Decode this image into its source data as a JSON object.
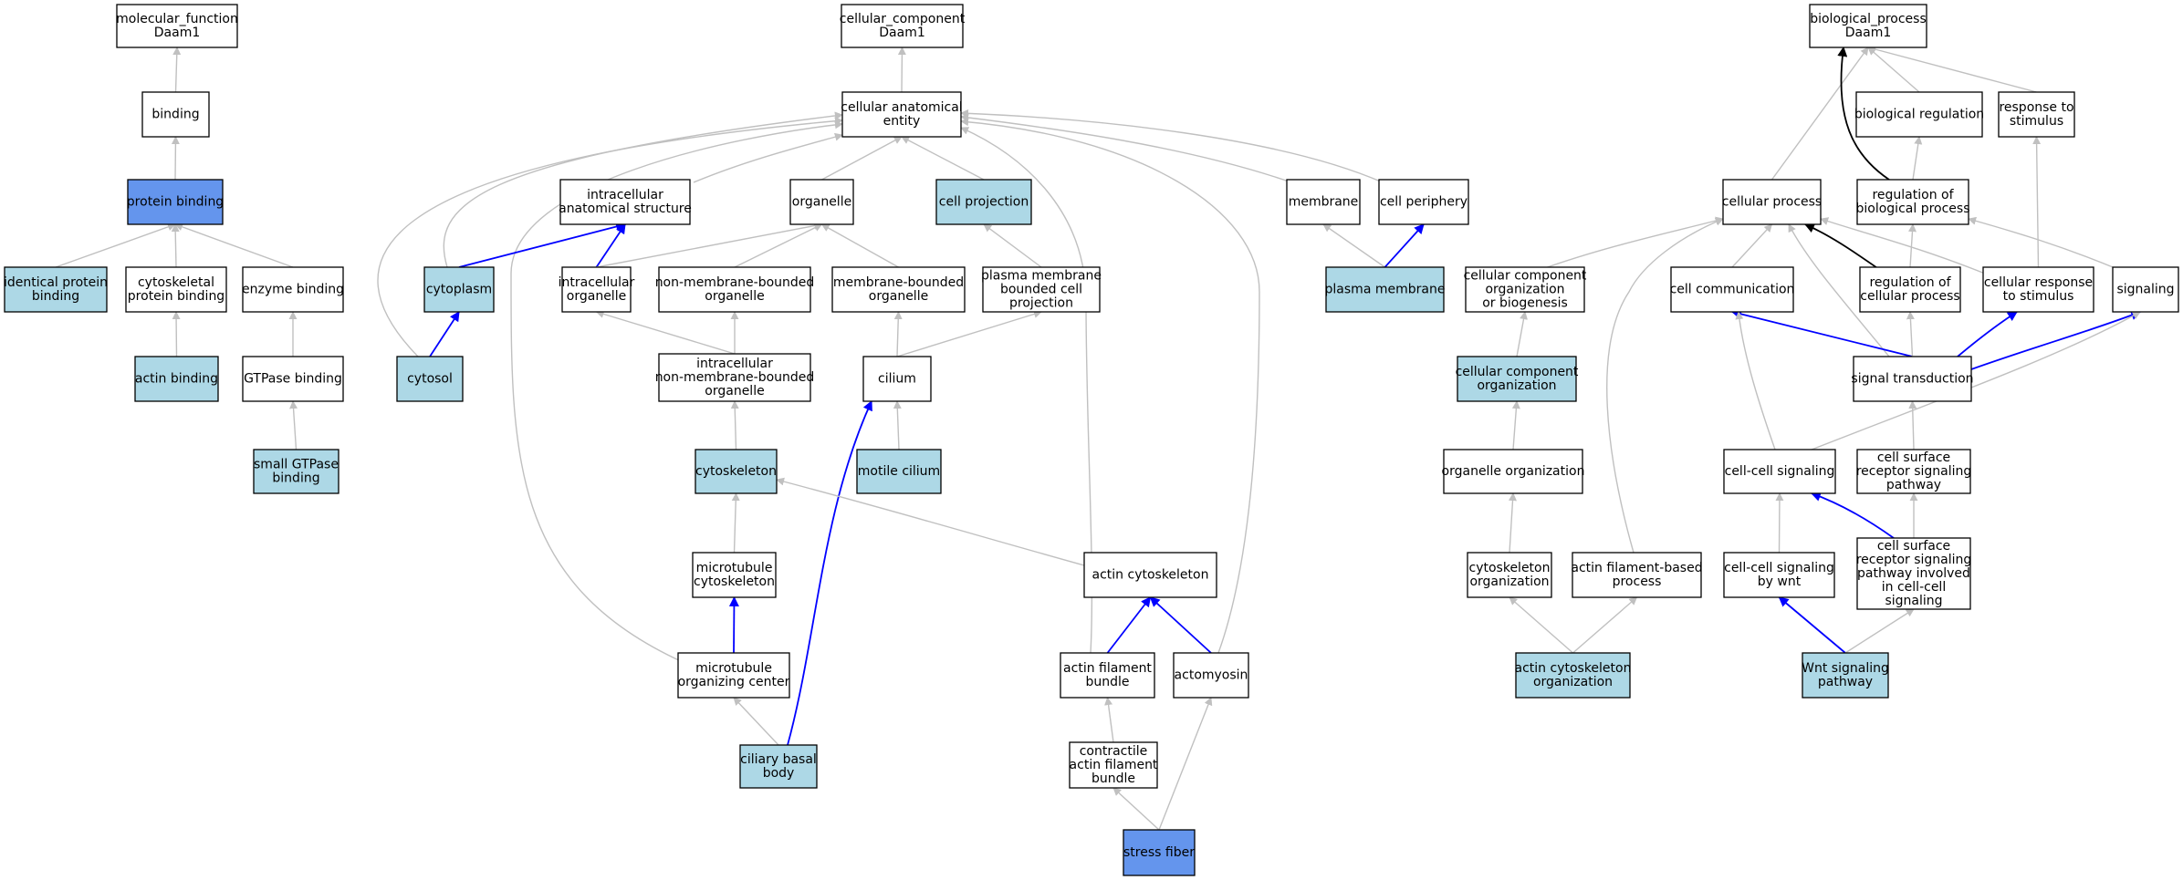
{
  "colors": {
    "plain": "#ffffff",
    "annotated": "#add8e6",
    "direct": "#6495ed",
    "edge_is_a": "#c0c0c0",
    "edge_part_of": "#0000ff",
    "edge_regulates": "#000000"
  },
  "nodes": [
    {
      "id": "mf_root",
      "lines": [
        "molecular_function",
        "Daam1"
      ],
      "style": "plain"
    },
    {
      "id": "binding",
      "lines": [
        "binding"
      ],
      "style": "plain"
    },
    {
      "id": "protein_binding",
      "lines": [
        "protein binding"
      ],
      "style": "direct"
    },
    {
      "id": "identical_protein_binding",
      "lines": [
        "identical protein",
        "binding"
      ],
      "style": "annotated"
    },
    {
      "id": "cytoskeletal_protein_binding",
      "lines": [
        "cytoskeletal",
        "protein binding"
      ],
      "style": "plain"
    },
    {
      "id": "enzyme_binding",
      "lines": [
        "enzyme binding"
      ],
      "style": "plain"
    },
    {
      "id": "actin_binding",
      "lines": [
        "actin binding"
      ],
      "style": "annotated"
    },
    {
      "id": "gtpase_binding",
      "lines": [
        "GTPase binding"
      ],
      "style": "plain"
    },
    {
      "id": "small_gtpase_binding",
      "lines": [
        "small GTPase",
        "binding"
      ],
      "style": "annotated"
    },
    {
      "id": "cc_root",
      "lines": [
        "cellular_component",
        "Daam1"
      ],
      "style": "plain"
    },
    {
      "id": "cellular_anatomical_entity",
      "lines": [
        "cellular anatomical",
        "entity"
      ],
      "style": "plain"
    },
    {
      "id": "intracellular_anatomical_structure",
      "lines": [
        "intracellular",
        "anatomical structure"
      ],
      "style": "plain"
    },
    {
      "id": "organelle",
      "lines": [
        "organelle"
      ],
      "style": "plain"
    },
    {
      "id": "cell_projection",
      "lines": [
        "cell projection"
      ],
      "style": "annotated"
    },
    {
      "id": "membrane",
      "lines": [
        "membrane"
      ],
      "style": "plain"
    },
    {
      "id": "cell_periphery",
      "lines": [
        "cell periphery"
      ],
      "style": "plain"
    },
    {
      "id": "cytoplasm",
      "lines": [
        "cytoplasm"
      ],
      "style": "annotated"
    },
    {
      "id": "intracellular_organelle",
      "lines": [
        "intracellular",
        "organelle"
      ],
      "style": "plain"
    },
    {
      "id": "non_membrane_bounded_organelle",
      "lines": [
        "non-membrane-bounded",
        "organelle"
      ],
      "style": "plain"
    },
    {
      "id": "membrane_bounded_organelle",
      "lines": [
        "membrane-bounded",
        "organelle"
      ],
      "style": "plain"
    },
    {
      "id": "plasma_membrane_bounded_cell_projection",
      "lines": [
        "plasma membrane",
        "bounded cell",
        "projection"
      ],
      "style": "plain"
    },
    {
      "id": "plasma_membrane",
      "lines": [
        "plasma membrane"
      ],
      "style": "annotated"
    },
    {
      "id": "cytosol",
      "lines": [
        "cytosol"
      ],
      "style": "annotated"
    },
    {
      "id": "intracellular_non_membrane_bounded_organelle",
      "lines": [
        "intracellular",
        "non-membrane-bounded",
        "organelle"
      ],
      "style": "plain"
    },
    {
      "id": "cilium",
      "lines": [
        "cilium"
      ],
      "style": "plain"
    },
    {
      "id": "cytoskeleton",
      "lines": [
        "cytoskeleton"
      ],
      "style": "annotated"
    },
    {
      "id": "motile_cilium",
      "lines": [
        "motile cilium"
      ],
      "style": "annotated"
    },
    {
      "id": "microtubule_cytoskeleton",
      "lines": [
        "microtubule",
        "cytoskeleton"
      ],
      "style": "plain"
    },
    {
      "id": "actin_cytoskeleton",
      "lines": [
        "actin cytoskeleton"
      ],
      "style": "plain"
    },
    {
      "id": "microtubule_organizing_center",
      "lines": [
        "microtubule",
        "organizing center"
      ],
      "style": "plain"
    },
    {
      "id": "actin_filament_bundle",
      "lines": [
        "actin filament",
        "bundle"
      ],
      "style": "plain"
    },
    {
      "id": "actomyosin",
      "lines": [
        "actomyosin"
      ],
      "style": "plain"
    },
    {
      "id": "ciliary_basal_body",
      "lines": [
        "ciliary basal",
        "body"
      ],
      "style": "annotated"
    },
    {
      "id": "contractile_actin_filament_bundle",
      "lines": [
        "contractile",
        "actin filament",
        "bundle"
      ],
      "style": "plain"
    },
    {
      "id": "stress_fiber",
      "lines": [
        "stress fiber"
      ],
      "style": "direct"
    },
    {
      "id": "bp_root",
      "lines": [
        "biological_process",
        "Daam1"
      ],
      "style": "plain"
    },
    {
      "id": "biological_regulation",
      "lines": [
        "biological regulation"
      ],
      "style": "plain"
    },
    {
      "id": "response_to_stimulus",
      "lines": [
        "response to",
        "stimulus"
      ],
      "style": "plain"
    },
    {
      "id": "cellular_process",
      "lines": [
        "cellular process"
      ],
      "style": "plain"
    },
    {
      "id": "regulation_of_biological_process",
      "lines": [
        "regulation of",
        "biological process"
      ],
      "style": "plain"
    },
    {
      "id": "cellular_component_organization_or_biogenesis",
      "lines": [
        "cellular component",
        "organization",
        "or biogenesis"
      ],
      "style": "plain"
    },
    {
      "id": "cell_communication",
      "lines": [
        "cell communication"
      ],
      "style": "plain"
    },
    {
      "id": "regulation_of_cellular_process",
      "lines": [
        "regulation of",
        "cellular process"
      ],
      "style": "plain"
    },
    {
      "id": "cellular_response_to_stimulus",
      "lines": [
        "cellular response",
        "to stimulus"
      ],
      "style": "plain"
    },
    {
      "id": "signaling",
      "lines": [
        "signaling"
      ],
      "style": "plain"
    },
    {
      "id": "cellular_component_organization",
      "lines": [
        "cellular component",
        "organization"
      ],
      "style": "annotated"
    },
    {
      "id": "signal_transduction",
      "lines": [
        "signal transduction"
      ],
      "style": "plain"
    },
    {
      "id": "organelle_organization",
      "lines": [
        "organelle organization"
      ],
      "style": "plain"
    },
    {
      "id": "cell_cell_signaling",
      "lines": [
        "cell-cell signaling"
      ],
      "style": "plain"
    },
    {
      "id": "cell_surface_receptor_signaling_pathway",
      "lines": [
        "cell surface",
        "receptor signaling",
        "pathway"
      ],
      "style": "plain"
    },
    {
      "id": "cytoskeleton_organization",
      "lines": [
        "cytoskeleton",
        "organization"
      ],
      "style": "plain"
    },
    {
      "id": "actin_filament_based_process",
      "lines": [
        "actin filament-based",
        "process"
      ],
      "style": "plain"
    },
    {
      "id": "cell_cell_signaling_by_wnt",
      "lines": [
        "cell-cell signaling",
        "by wnt"
      ],
      "style": "plain"
    },
    {
      "id": "cell_surface_receptor_signaling_pathway_cell_cell",
      "lines": [
        "cell surface",
        "receptor signaling",
        "pathway involved",
        "in cell-cell",
        "signaling"
      ],
      "style": "plain"
    },
    {
      "id": "actin_cytoskeleton_organization",
      "lines": [
        "actin cytoskeleton",
        "organization"
      ],
      "style": "annotated"
    },
    {
      "id": "wnt_signaling_pathway",
      "lines": [
        "Wnt signaling",
        "pathway"
      ],
      "style": "annotated"
    }
  ],
  "edges": [
    {
      "from": "binding",
      "to": "mf_root",
      "type": "is_a"
    },
    {
      "from": "protein_binding",
      "to": "binding",
      "type": "is_a"
    },
    {
      "from": "identical_protein_binding",
      "to": "protein_binding",
      "type": "is_a"
    },
    {
      "from": "cytoskeletal_protein_binding",
      "to": "protein_binding",
      "type": "is_a"
    },
    {
      "from": "enzyme_binding",
      "to": "protein_binding",
      "type": "is_a"
    },
    {
      "from": "actin_binding",
      "to": "cytoskeletal_protein_binding",
      "type": "is_a"
    },
    {
      "from": "gtpase_binding",
      "to": "enzyme_binding",
      "type": "is_a"
    },
    {
      "from": "small_gtpase_binding",
      "to": "gtpase_binding",
      "type": "is_a"
    },
    {
      "from": "cellular_anatomical_entity",
      "to": "cc_root",
      "type": "is_a"
    },
    {
      "from": "intracellular_anatomical_structure",
      "to": "cellular_anatomical_entity",
      "type": "is_a"
    },
    {
      "from": "organelle",
      "to": "cellular_anatomical_entity",
      "type": "is_a"
    },
    {
      "from": "cell_projection",
      "to": "cellular_anatomical_entity",
      "type": "is_a"
    },
    {
      "from": "membrane",
      "to": "cellular_anatomical_entity",
      "type": "is_a"
    },
    {
      "from": "cell_periphery",
      "to": "cellular_anatomical_entity",
      "type": "is_a"
    },
    {
      "from": "cytoplasm",
      "to": "cellular_anatomical_entity",
      "type": "is_a"
    },
    {
      "from": "cytosol",
      "to": "cellular_anatomical_entity",
      "type": "is_a"
    },
    {
      "from": "microtubule_organizing_center",
      "to": "cellular_anatomical_entity",
      "type": "is_a"
    },
    {
      "from": "actin_filament_bundle",
      "to": "cellular_anatomical_entity",
      "type": "is_a"
    },
    {
      "from": "actomyosin",
      "to": "cellular_anatomical_entity",
      "type": "is_a"
    },
    {
      "from": "cytoplasm",
      "to": "intracellular_anatomical_structure",
      "type": "part_of"
    },
    {
      "from": "intracellular_organelle",
      "to": "intracellular_anatomical_structure",
      "type": "part_of"
    },
    {
      "from": "intracellular_organelle",
      "to": "organelle",
      "type": "is_a"
    },
    {
      "from": "non_membrane_bounded_organelle",
      "to": "organelle",
      "type": "is_a"
    },
    {
      "from": "membrane_bounded_organelle",
      "to": "organelle",
      "type": "is_a"
    },
    {
      "from": "plasma_membrane_bounded_cell_projection",
      "to": "cell_projection",
      "type": "is_a"
    },
    {
      "from": "plasma_membrane",
      "to": "membrane",
      "type": "is_a"
    },
    {
      "from": "plasma_membrane",
      "to": "cell_periphery",
      "type": "part_of"
    },
    {
      "from": "cytosol",
      "to": "cytoplasm",
      "type": "part_of"
    },
    {
      "from": "intracellular_non_membrane_bounded_organelle",
      "to": "intracellular_organelle",
      "type": "is_a"
    },
    {
      "from": "intracellular_non_membrane_bounded_organelle",
      "to": "non_membrane_bounded_organelle",
      "type": "is_a"
    },
    {
      "from": "cilium",
      "to": "membrane_bounded_organelle",
      "type": "is_a"
    },
    {
      "from": "cilium",
      "to": "plasma_membrane_bounded_cell_projection",
      "type": "is_a"
    },
    {
      "from": "cytoskeleton",
      "to": "intracellular_non_membrane_bounded_organelle",
      "type": "is_a"
    },
    {
      "from": "motile_cilium",
      "to": "cilium",
      "type": "is_a"
    },
    {
      "from": "ciliary_basal_body",
      "to": "cilium",
      "type": "part_of"
    },
    {
      "from": "microtubule_cytoskeleton",
      "to": "cytoskeleton",
      "type": "is_a"
    },
    {
      "from": "actin_cytoskeleton",
      "to": "cytoskeleton",
      "type": "is_a"
    },
    {
      "from": "microtubule_organizing_center",
      "to": "microtubule_cytoskeleton",
      "type": "part_of"
    },
    {
      "from": "actin_filament_bundle",
      "to": "actin_cytoskeleton",
      "type": "part_of"
    },
    {
      "from": "actomyosin",
      "to": "actin_cytoskeleton",
      "type": "part_of"
    },
    {
      "from": "ciliary_basal_body",
      "to": "microtubule_organizing_center",
      "type": "is_a"
    },
    {
      "from": "contractile_actin_filament_bundle",
      "to": "actin_filament_bundle",
      "type": "is_a"
    },
    {
      "from": "stress_fiber",
      "to": "contractile_actin_filament_bundle",
      "type": "is_a"
    },
    {
      "from": "stress_fiber",
      "to": "actomyosin",
      "type": "is_a"
    },
    {
      "from": "cellular_process",
      "to": "bp_root",
      "type": "is_a"
    },
    {
      "from": "biological_regulation",
      "to": "bp_root",
      "type": "is_a"
    },
    {
      "from": "response_to_stimulus",
      "to": "bp_root",
      "type": "is_a"
    },
    {
      "from": "regulation_of_biological_process",
      "to": "bp_root",
      "type": "regulates"
    },
    {
      "from": "regulation_of_biological_process",
      "to": "biological_regulation",
      "type": "is_a"
    },
    {
      "from": "cellular_component_organization_or_biogenesis",
      "to": "cellular_process",
      "type": "is_a"
    },
    {
      "from": "cell_communication",
      "to": "cellular_process",
      "type": "is_a"
    },
    {
      "from": "regulation_of_cellular_process",
      "to": "cellular_process",
      "type": "regulates"
    },
    {
      "from": "regulation_of_cellular_process",
      "to": "regulation_of_biological_process",
      "type": "is_a"
    },
    {
      "from": "cellular_response_to_stimulus",
      "to": "cellular_process",
      "type": "is_a"
    },
    {
      "from": "cellular_response_to_stimulus",
      "to": "response_to_stimulus",
      "type": "is_a"
    },
    {
      "from": "signaling",
      "to": "regulation_of_biological_process",
      "type": "is_a"
    },
    {
      "from": "actin_filament_based_process",
      "to": "cellular_process",
      "type": "is_a"
    },
    {
      "from": "signal_transduction",
      "to": "cellular_process",
      "type": "is_a"
    },
    {
      "from": "cellular_component_organization",
      "to": "cellular_component_organization_or_biogenesis",
      "type": "is_a"
    },
    {
      "from": "signal_transduction",
      "to": "cell_communication",
      "type": "part_of"
    },
    {
      "from": "signal_transduction",
      "to": "regulation_of_cellular_process",
      "type": "is_a"
    },
    {
      "from": "signal_transduction",
      "to": "cellular_response_to_stimulus",
      "type": "part_of"
    },
    {
      "from": "signal_transduction",
      "to": "signaling",
      "type": "part_of"
    },
    {
      "from": "organelle_organization",
      "to": "cellular_component_organization",
      "type": "is_a"
    },
    {
      "from": "cell_cell_signaling",
      "to": "cell_communication",
      "type": "is_a"
    },
    {
      "from": "cell_cell_signaling",
      "to": "signaling",
      "type": "is_a"
    },
    {
      "from": "cell_surface_receptor_signaling_pathway",
      "to": "signal_transduction",
      "type": "is_a"
    },
    {
      "from": "cytoskeleton_organization",
      "to": "organelle_organization",
      "type": "is_a"
    },
    {
      "from": "cell_cell_signaling_by_wnt",
      "to": "cell_cell_signaling",
      "type": "is_a"
    },
    {
      "from": "cell_surface_receptor_signaling_pathway_cell_cell",
      "to": "cell_cell_signaling",
      "type": "part_of"
    },
    {
      "from": "cell_surface_receptor_signaling_pathway_cell_cell",
      "to": "cell_surface_receptor_signaling_pathway",
      "type": "is_a"
    },
    {
      "from": "actin_cytoskeleton_organization",
      "to": "cytoskeleton_organization",
      "type": "is_a"
    },
    {
      "from": "actin_cytoskeleton_organization",
      "to": "actin_filament_based_process",
      "type": "is_a"
    },
    {
      "from": "wnt_signaling_pathway",
      "to": "cell_cell_signaling_by_wnt",
      "type": "part_of"
    },
    {
      "from": "wnt_signaling_pathway",
      "to": "cell_surface_receptor_signaling_pathway_cell_cell",
      "type": "is_a"
    }
  ]
}
